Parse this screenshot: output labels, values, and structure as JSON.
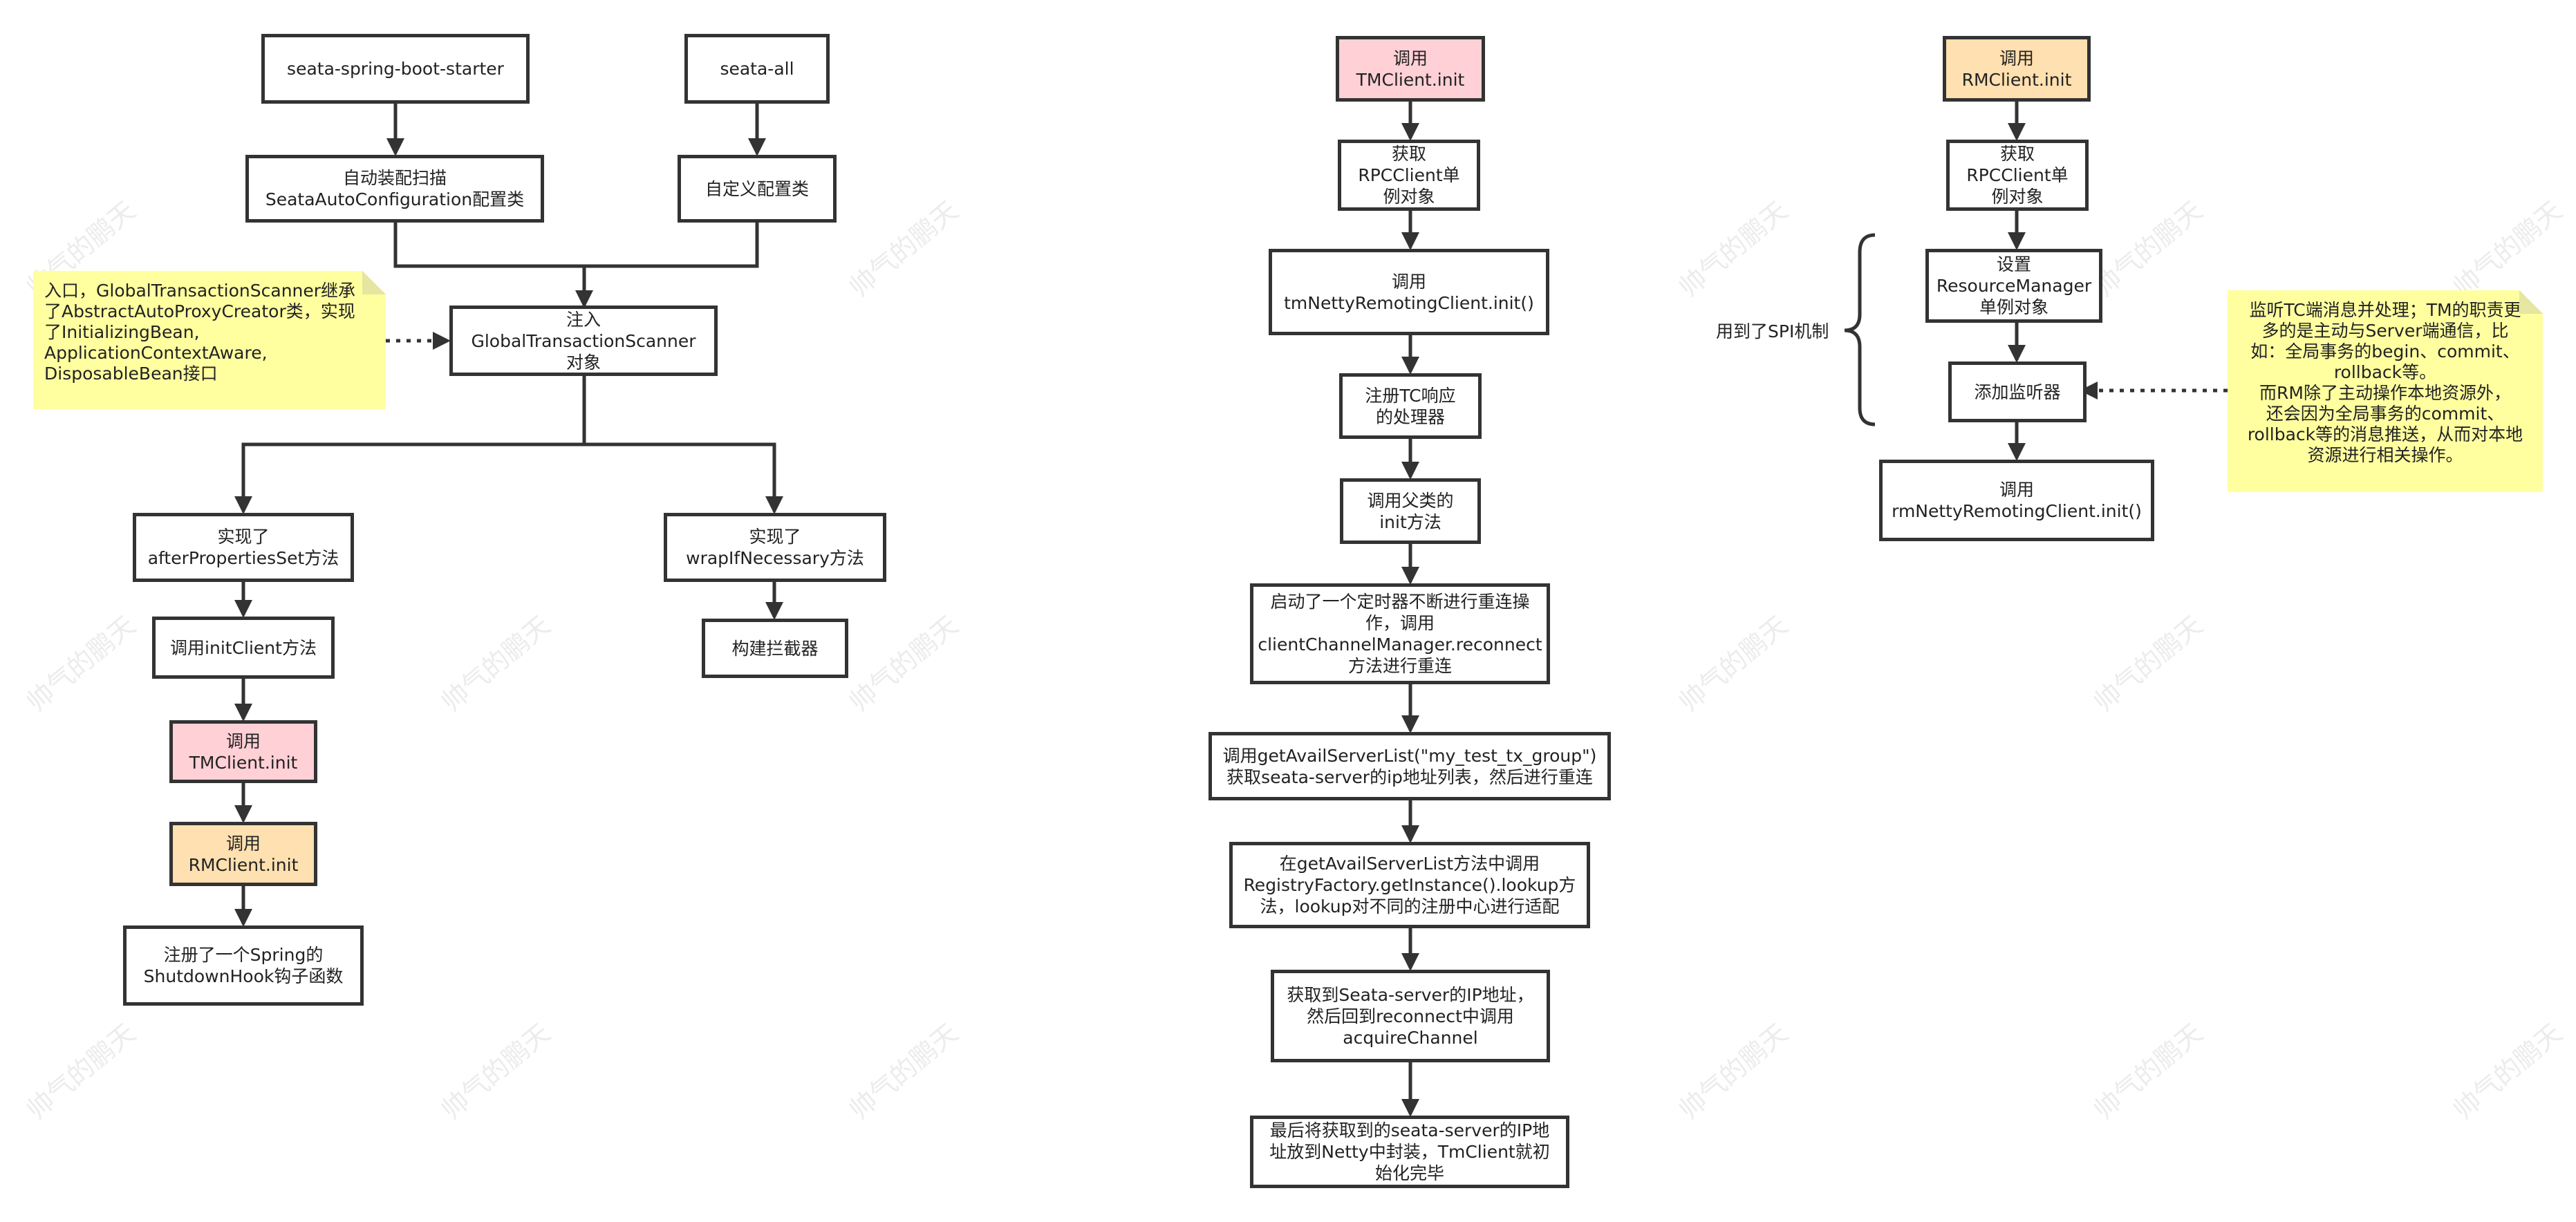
{
  "watermark": "帅气的鹏天",
  "boxes": {
    "starter": "seata-spring-boot-starter",
    "seata_all": "seata-all",
    "auto_config": "自动装配扫描\nSeataAutoConfiguration配置类",
    "custom_config": "自定义配置类",
    "inject_gts": "注入\nGlobalTransactionScanner\n对象",
    "after_props": "实现了\nafterPropertiesSet方法",
    "wrap_necessary": "实现了\nwrapIfNecessary方法",
    "init_client": "调用initClient方法",
    "build_interceptor": "构建拦截器",
    "tm_init_left": "调用\nTMClient.init",
    "rm_init_left": "调用\nRMClient.init",
    "shutdown_hook": "注册了一个Spring的\nShutdownHook钩子函数",
    "tm_init_top": "调用\nTMClient.init",
    "tm_get_rpc": "获取\nRPCClient单\n例对象",
    "tm_netty_init": "调用\ntmNettyRemotingClient.init()",
    "register_tc": "注册TC响应\n的处理器",
    "call_parent_init": "调用父类的\ninit方法",
    "timer_reconnect": "启动了一个定时器不断进行重连操\n作，调用\nclientChannelManager.reconnect\n方法进行重连",
    "get_avail_server": "调用getAvailServerList(\"my_test_tx_group\")\n获取seata-server的ip地址列表，然后进行重连",
    "registry_lookup": "在getAvailServerList方法中调用\nRegistryFactory.getInstance().lookup方\n法，lookup对不同的注册中心进行适配",
    "acquire_channel": "获取到Seata-server的IP地址，\n然后回到reconnect中调用\nacquireChannel",
    "netty_wrap": "最后将获取到的seata-server的IP地\n址放到Netty中封装，TmClient就初\n始化完毕",
    "rm_init_top": "调用\nRMClient.init",
    "rm_get_rpc": "获取\nRPCClient单\n例对象",
    "set_resource_manager": "设置\nResourceManager\n单例对象",
    "add_listener": "添加监听器",
    "rm_netty_init": "调用\nrmNettyRemotingClient.init()"
  },
  "notes": {
    "entry": "入口，GlobalTransactionScanner继承\n了AbstractAutoProxyCreator类，实现\n了InitializingBean,\nApplicationContextAware,\nDisposableBean接口",
    "listener": "监听TC端消息并处理；TM的职责更\n多的是主动与Server端通信，比\n如：全局事务的begin、commit、\nrollback等。\n而RM除了主动操作本地资源外，\n还会因为全局事务的commit、\nrollback等的消息推送，从而对本地\n资源进行相关操作。"
  },
  "labels": {
    "spi": "用到了SPI机制"
  },
  "colors": {
    "tm_highlight": "#ffd0d6",
    "rm_highlight": "#ffe0b0",
    "note_background": "#ffffa0",
    "line": "#333333"
  }
}
